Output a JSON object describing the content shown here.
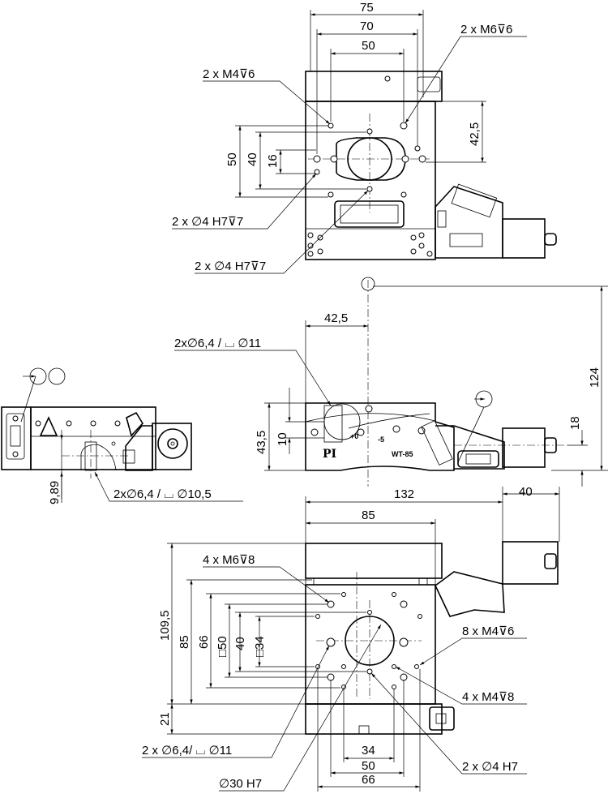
{
  "title": "WT-85 dimensional drawing",
  "top_view": {
    "dim_75": "75",
    "dim_70": "70",
    "dim_50_h": "50",
    "dim_50_v": "50",
    "dim_40": "40",
    "dim_16": "16",
    "dim_42_5": "42,5",
    "callout_m4": "2 x M4⊽6",
    "callout_m6": "2 x M6⊽6",
    "callout_pin_a": "2 x ∅4 H7⊽7",
    "callout_pin_b": "2 x ∅4 H7⊽7"
  },
  "side_view": {
    "dim_42_5": "42,5",
    "dim_124": "124",
    "dim_18": "18",
    "dim_43_5": "43,5",
    "dim_10": "10",
    "callout_bore": "2x∅6,4 / ⌴ ∅11",
    "scale_plus0": "+0",
    "scale_minus5": "-5",
    "logo": "PI",
    "model": "WT-85"
  },
  "end_view": {
    "dim_9_89": "9,89",
    "callout_bore": "2x∅6,4 / ⌴ ∅10,5"
  },
  "bottom_view": {
    "dim_132": "132",
    "dim_85_h": "85",
    "dim_40_h": "40",
    "dim_109_5": "109,5",
    "dim_85_v": "85",
    "dim_66_v": "66",
    "dim_sq50": "□50",
    "dim_40_v": "40",
    "dim_sq34": "□34",
    "dim_21": "21",
    "dim_34_h": "34",
    "dim_50_h": "50",
    "dim_66_h": "66",
    "callout_m6": "4 x M6⊽8",
    "callout_m4_6": "8 x M4⊽6",
    "callout_m4_8": "4 x M4⊽8",
    "callout_bore": "2 x ∅6,4/ ⌴ ∅11",
    "callout_center": "∅30 H7",
    "callout_pin": "2 x ∅4 H7"
  }
}
